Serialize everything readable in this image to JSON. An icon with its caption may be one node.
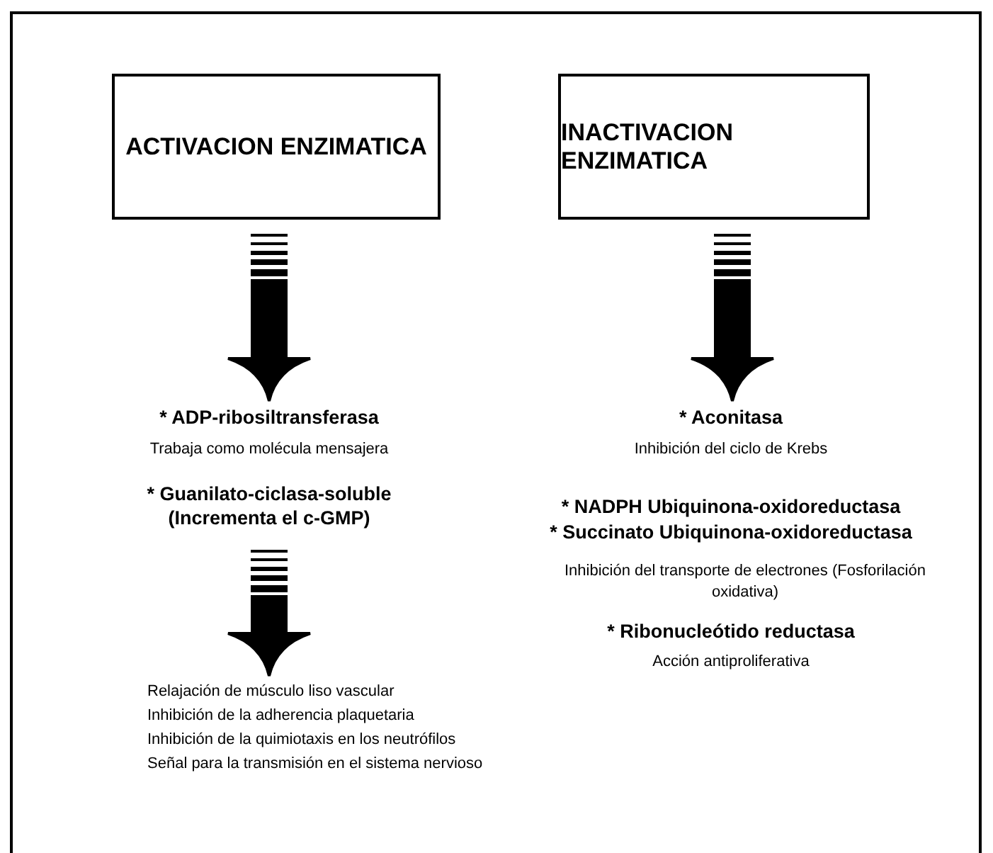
{
  "diagram": {
    "nodes": [
      {
        "text": [
          "ACTIVACION ENZIMATICA"
        ]
      },
      {
        "text": [
          "INACTIVACION ENZIMATICA"
        ]
      },
      {
        "text": [
          "* ADP-ribosiltransferasa",
          "Trabaja como molécula mensajera"
        ]
      },
      {
        "text": [
          "* Guanilato-ciclasa-soluble (Incrementa el c-GMP)"
        ]
      },
      {
        "text": [
          "Relajación de músculo liso vascular",
          "Inhibición de la adherencia plaquetaria",
          "Inhibición de la quimiotaxis en los neutrófilos",
          "Señal para la transmisión en el sistema nervioso"
        ]
      },
      {
        "text": [
          "* Aconitasa",
          "Inhibición del ciclo de Krebs"
        ]
      }
    ],
    "edges": [
      {
        "from": 0,
        "to": 2,
        "arrow": "to"
      },
      {
        "from": 1,
        "to": 5,
        "arrow": "to"
      },
      {
        "from": 3,
        "to": 4,
        "arrow": "to"
      }
    ],
    "labels": [
      "* NADPH Ubiquinona-oxidoreductasa",
      "* Succinato Ubiquinona-oxidoreductasa",
      "Inhibición del transporte de electrones (Fosforilación oxidativa)",
      "* Ribonucleótido reductasa",
      "Acción antiproliferativa"
    ]
  }
}
